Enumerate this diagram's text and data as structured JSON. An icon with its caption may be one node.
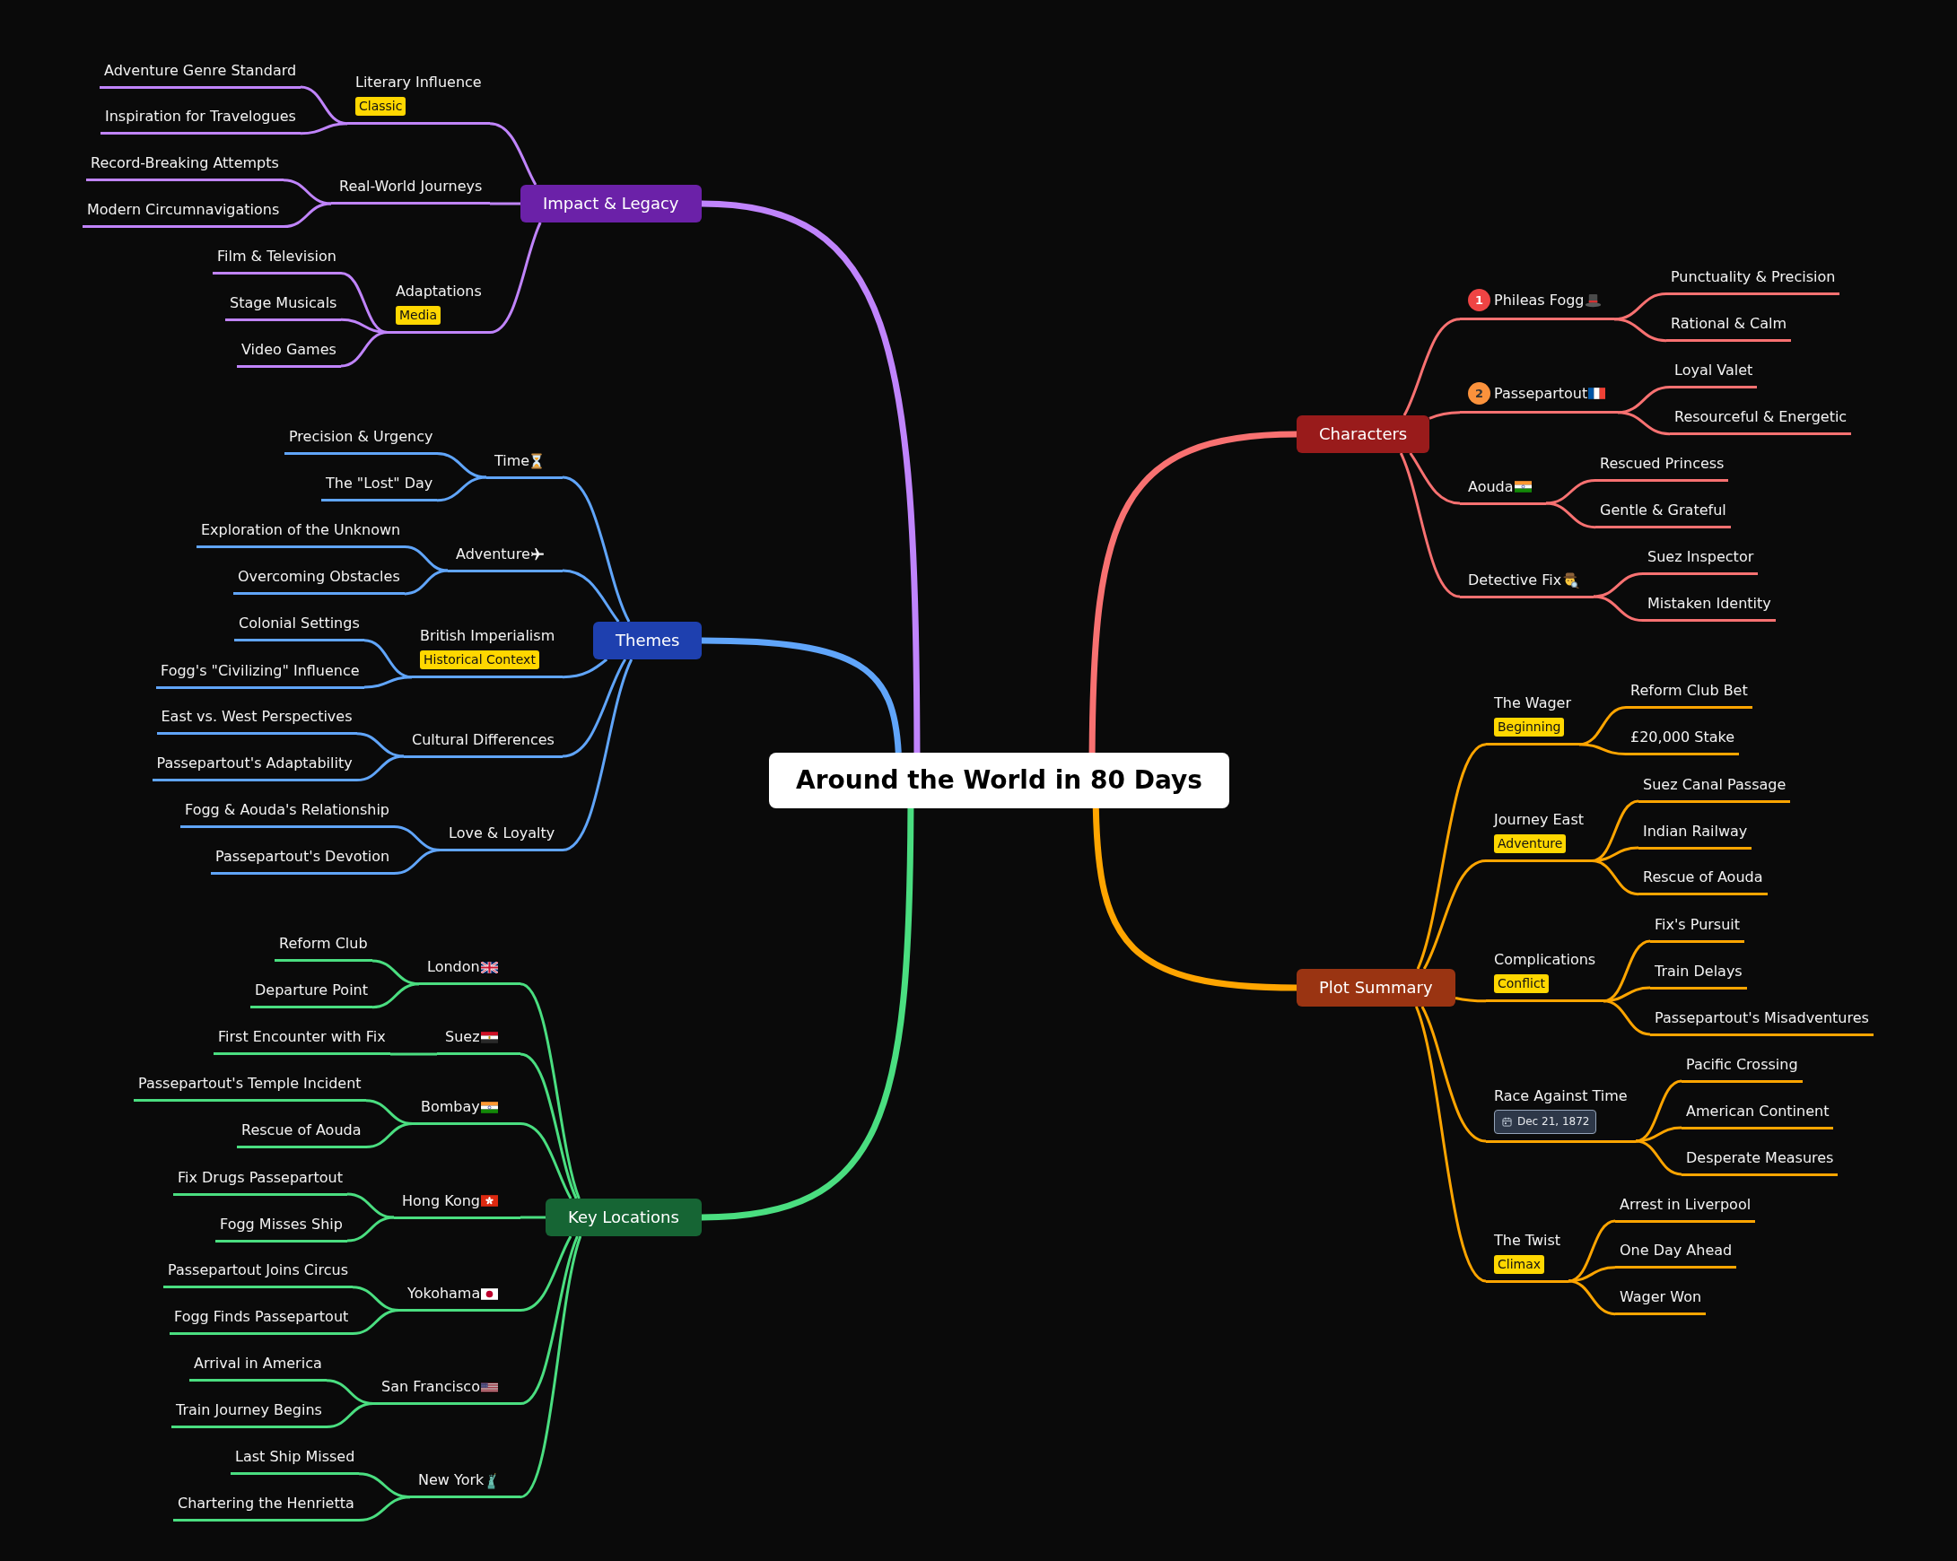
{
  "diagram": {
    "nodes": [
      {
        "text": [
          "Around the World in 80 Days"
        ]
      },
      {
        "text": [
          "Characters"
        ]
      },
      {
        "text": [
          "1",
          "Phileas Fogg"
        ]
      },
      {
        "text": [
          "Punctuality & Precision"
        ]
      },
      {
        "text": [
          "Rational & Calm"
        ]
      },
      {
        "text": [
          "2",
          "Passepartout"
        ]
      },
      {
        "text": [
          "Loyal Valet"
        ]
      },
      {
        "text": [
          "Resourceful & Energetic"
        ]
      },
      {
        "text": [
          "Aouda"
        ]
      },
      {
        "text": [
          "Rescued Princess"
        ]
      },
      {
        "text": [
          "Gentle & Grateful"
        ]
      },
      {
        "text": [
          "Detective Fix"
        ]
      },
      {
        "text": [
          "Suez Inspector"
        ]
      },
      {
        "text": [
          "Mistaken Identity"
        ]
      },
      {
        "text": [
          "Plot Summary"
        ]
      },
      {
        "text": [
          "The Wager",
          "Beginning"
        ]
      },
      {
        "text": [
          "Reform Club Bet"
        ]
      },
      {
        "text": [
          "£20,000 Stake"
        ]
      },
      {
        "text": [
          "Journey East",
          "Adventure"
        ]
      },
      {
        "text": [
          "Suez Canal Passage"
        ]
      },
      {
        "text": [
          "Indian Railway"
        ]
      },
      {
        "text": [
          "Rescue of Aouda"
        ]
      },
      {
        "text": [
          "Complications",
          "Conflict"
        ]
      },
      {
        "text": [
          "Fix's Pursuit"
        ]
      },
      {
        "text": [
          "Train Delays"
        ]
      },
      {
        "text": [
          "Passepartout's Misadventures"
        ]
      },
      {
        "text": [
          "Race Against Time",
          "Dec 21, 1872"
        ]
      },
      {
        "text": [
          "Pacific Crossing"
        ]
      },
      {
        "text": [
          "American Continent"
        ]
      },
      {
        "text": [
          "Desperate Measures"
        ]
      },
      {
        "text": [
          "The Twist",
          "Climax"
        ]
      },
      {
        "text": [
          "Arrest in Liverpool"
        ]
      },
      {
        "text": [
          "One Day Ahead"
        ]
      },
      {
        "text": [
          "Wager Won"
        ]
      },
      {
        "text": [
          "Key Locations"
        ]
      },
      {
        "text": [
          "London"
        ]
      },
      {
        "text": [
          "Reform Club"
        ]
      },
      {
        "text": [
          "Departure Point"
        ]
      },
      {
        "text": [
          "Suez"
        ]
      },
      {
        "text": [
          "First Encounter with Fix"
        ]
      },
      {
        "text": [
          "Bombay"
        ]
      },
      {
        "text": [
          "Passepartout's Temple Incident"
        ]
      },
      {
        "text": [
          "Rescue of Aouda"
        ]
      },
      {
        "text": [
          "Hong Kong"
        ]
      },
      {
        "text": [
          "Fix Drugs Passepartout"
        ]
      },
      {
        "text": [
          "Fogg Misses Ship"
        ]
      },
      {
        "text": [
          "Yokohama"
        ]
      },
      {
        "text": [
          "Passepartout Joins Circus"
        ]
      },
      {
        "text": [
          "Fogg Finds Passepartout"
        ]
      },
      {
        "text": [
          "San Francisco"
        ]
      },
      {
        "text": [
          "Arrival in America"
        ]
      },
      {
        "text": [
          "Train Journey Begins"
        ]
      },
      {
        "text": [
          "New York"
        ]
      },
      {
        "text": [
          "Last Ship Missed"
        ]
      },
      {
        "text": [
          "Chartering the Henrietta"
        ]
      },
      {
        "text": [
          "Themes"
        ]
      },
      {
        "text": [
          "Time"
        ]
      },
      {
        "text": [
          "Precision & Urgency"
        ]
      },
      {
        "text": [
          "The \"Lost\" Day"
        ]
      },
      {
        "text": [
          "Adventure"
        ]
      },
      {
        "text": [
          "Exploration of the Unknown"
        ]
      },
      {
        "text": [
          "Overcoming Obstacles"
        ]
      },
      {
        "text": [
          "British Imperialism",
          "Historical Context"
        ]
      },
      {
        "text": [
          "Colonial Settings"
        ]
      },
      {
        "text": [
          "Fogg's \"Civilizing\" Influence"
        ]
      },
      {
        "text": [
          "Cultural Differences"
        ]
      },
      {
        "text": [
          "East vs. West Perspectives"
        ]
      },
      {
        "text": [
          "Passepartout's Adaptability"
        ]
      },
      {
        "text": [
          "Love & Loyalty"
        ]
      },
      {
        "text": [
          "Fogg & Aouda's Relationship"
        ]
      },
      {
        "text": [
          "Passepartout's Devotion"
        ]
      },
      {
        "text": [
          "Impact & Legacy"
        ]
      },
      {
        "text": [
          "Literary Influence",
          "Classic"
        ]
      },
      {
        "text": [
          "Adventure Genre Standard"
        ]
      },
      {
        "text": [
          "Inspiration for Travelogues"
        ]
      },
      {
        "text": [
          "Real-World Journeys"
        ]
      },
      {
        "text": [
          "Record-Breaking Attempts"
        ]
      },
      {
        "text": [
          "Modern Circumnavigations"
        ]
      },
      {
        "text": [
          "Adaptations",
          "Media"
        ]
      },
      {
        "text": [
          "Film & Television"
        ]
      },
      {
        "text": [
          "Stage Musicals"
        ]
      },
      {
        "text": [
          "Video Games"
        ]
      }
    ],
    "edges": [
      {
        "from": 0,
        "to": 1,
        "arrow": "none",
        "style": "thick",
        "color": "#f87171"
      },
      {
        "from": 1,
        "to": 2,
        "arrow": "none",
        "color": "#f87171"
      },
      {
        "from": 2,
        "to": 3,
        "arrow": "none",
        "color": "#f87171"
      },
      {
        "from": 2,
        "to": 4,
        "arrow": "none",
        "color": "#f87171"
      },
      {
        "from": 1,
        "to": 5,
        "arrow": "none",
        "color": "#f87171"
      },
      {
        "from": 5,
        "to": 6,
        "arrow": "none",
        "color": "#f87171"
      },
      {
        "from": 5,
        "to": 7,
        "arrow": "none",
        "color": "#f87171"
      },
      {
        "from": 1,
        "to": 8,
        "arrow": "none",
        "color": "#f87171"
      },
      {
        "from": 8,
        "to": 9,
        "arrow": "none",
        "color": "#f87171"
      },
      {
        "from": 8,
        "to": 10,
        "arrow": "none",
        "color": "#f87171"
      },
      {
        "from": 1,
        "to": 11,
        "arrow": "none",
        "color": "#f87171"
      },
      {
        "from": 11,
        "to": 12,
        "arrow": "none",
        "color": "#f87171"
      },
      {
        "from": 11,
        "to": 13,
        "arrow": "none",
        "color": "#f87171"
      },
      {
        "from": 0,
        "to": 14,
        "arrow": "none",
        "style": "thick",
        "color": "#ffa500"
      },
      {
        "from": 14,
        "to": 15,
        "arrow": "none",
        "color": "#ffa500"
      },
      {
        "from": 15,
        "to": 16,
        "arrow": "none",
        "color": "#ffa500"
      },
      {
        "from": 15,
        "to": 17,
        "arrow": "none",
        "color": "#ffa500"
      },
      {
        "from": 14,
        "to": 18,
        "arrow": "none",
        "color": "#ffa500"
      },
      {
        "from": 18,
        "to": 19,
        "arrow": "none",
        "color": "#ffa500"
      },
      {
        "from": 18,
        "to": 20,
        "arrow": "none",
        "color": "#ffa500"
      },
      {
        "from": 18,
        "to": 21,
        "arrow": "none",
        "color": "#ffa500"
      },
      {
        "from": 14,
        "to": 22,
        "arrow": "none",
        "color": "#ffa500"
      },
      {
        "from": 22,
        "to": 23,
        "arrow": "none",
        "color": "#ffa500"
      },
      {
        "from": 22,
        "to": 24,
        "arrow": "none",
        "color": "#ffa500"
      },
      {
        "from": 22,
        "to": 25,
        "arrow": "none",
        "color": "#ffa500"
      },
      {
        "from": 14,
        "to": 26,
        "arrow": "none",
        "color": "#ffa500"
      },
      {
        "from": 26,
        "to": 27,
        "arrow": "none",
        "color": "#ffa500"
      },
      {
        "from": 26,
        "to": 28,
        "arrow": "none",
        "color": "#ffa500"
      },
      {
        "from": 26,
        "to": 29,
        "arrow": "none",
        "color": "#ffa500"
      },
      {
        "from": 14,
        "to": 30,
        "arrow": "none",
        "color": "#ffa500"
      },
      {
        "from": 30,
        "to": 31,
        "arrow": "none",
        "color": "#ffa500"
      },
      {
        "from": 30,
        "to": 32,
        "arrow": "none",
        "color": "#ffa500"
      },
      {
        "from": 30,
        "to": 33,
        "arrow": "none",
        "color": "#ffa500"
      },
      {
        "from": 0,
        "to": 34,
        "arrow": "none",
        "style": "thick",
        "color": "#4ade80"
      },
      {
        "from": 34,
        "to": 35,
        "arrow": "none",
        "color": "#4ade80"
      },
      {
        "from": 35,
        "to": 36,
        "arrow": "none",
        "color": "#4ade80"
      },
      {
        "from": 35,
        "to": 37,
        "arrow": "none",
        "color": "#4ade80"
      },
      {
        "from": 34,
        "to": 38,
        "arrow": "none",
        "color": "#4ade80"
      },
      {
        "from": 38,
        "to": 39,
        "arrow": "none",
        "color": "#4ade80"
      },
      {
        "from": 34,
        "to": 40,
        "arrow": "none",
        "color": "#4ade80"
      },
      {
        "from": 40,
        "to": 41,
        "arrow": "none",
        "color": "#4ade80"
      },
      {
        "from": 40,
        "to": 42,
        "arrow": "none",
        "color": "#4ade80"
      },
      {
        "from": 34,
        "to": 43,
        "arrow": "none",
        "color": "#4ade80"
      },
      {
        "from": 43,
        "to": 44,
        "arrow": "none",
        "color": "#4ade80"
      },
      {
        "from": 43,
        "to": 45,
        "arrow": "none",
        "color": "#4ade80"
      },
      {
        "from": 34,
        "to": 46,
        "arrow": "none",
        "color": "#4ade80"
      },
      {
        "from": 46,
        "to": 47,
        "arrow": "none",
        "color": "#4ade80"
      },
      {
        "from": 46,
        "to": 48,
        "arrow": "none",
        "color": "#4ade80"
      },
      {
        "from": 34,
        "to": 49,
        "arrow": "none",
        "color": "#4ade80"
      },
      {
        "from": 49,
        "to": 50,
        "arrow": "none",
        "color": "#4ade80"
      },
      {
        "from": 49,
        "to": 51,
        "arrow": "none",
        "color": "#4ade80"
      },
      {
        "from": 34,
        "to": 52,
        "arrow": "none",
        "color": "#4ade80"
      },
      {
        "from": 52,
        "to": 53,
        "arrow": "none",
        "color": "#4ade80"
      },
      {
        "from": 52,
        "to": 54,
        "arrow": "none",
        "color": "#4ade80"
      },
      {
        "from": 0,
        "to": 55,
        "arrow": "none",
        "style": "thick",
        "color": "#60a5fa"
      },
      {
        "from": 55,
        "to": 56,
        "arrow": "none",
        "color": "#60a5fa"
      },
      {
        "from": 56,
        "to": 57,
        "arrow": "none",
        "color": "#60a5fa"
      },
      {
        "from": 56,
        "to": 58,
        "arrow": "none",
        "color": "#60a5fa"
      },
      {
        "from": 55,
        "to": 59,
        "arrow": "none",
        "color": "#60a5fa"
      },
      {
        "from": 59,
        "to": 60,
        "arrow": "none",
        "color": "#60a5fa"
      },
      {
        "from": 59,
        "to": 61,
        "arrow": "none",
        "color": "#60a5fa"
      },
      {
        "from": 55,
        "to": 62,
        "arrow": "none",
        "color": "#60a5fa"
      },
      {
        "from": 62,
        "to": 63,
        "arrow": "none",
        "color": "#60a5fa"
      },
      {
        "from": 62,
        "to": 64,
        "arrow": "none",
        "color": "#60a5fa"
      },
      {
        "from": 55,
        "to": 65,
        "arrow": "none",
        "color": "#60a5fa"
      },
      {
        "from": 65,
        "to": 66,
        "arrow": "none",
        "color": "#60a5fa"
      },
      {
        "from": 65,
        "to": 67,
        "arrow": "none",
        "color": "#60a5fa"
      },
      {
        "from": 55,
        "to": 68,
        "arrow": "none",
        "color": "#60a5fa"
      },
      {
        "from": 68,
        "to": 69,
        "arrow": "none",
        "color": "#60a5fa"
      },
      {
        "from": 68,
        "to": 70,
        "arrow": "none",
        "color": "#60a5fa"
      },
      {
        "from": 0,
        "to": 71,
        "arrow": "none",
        "style": "thick",
        "color": "#c084fc"
      },
      {
        "from": 71,
        "to": 72,
        "arrow": "none",
        "color": "#c084fc"
      },
      {
        "from": 72,
        "to": 73,
        "arrow": "none",
        "color": "#c084fc"
      },
      {
        "from": 72,
        "to": 74,
        "arrow": "none",
        "color": "#c084fc"
      },
      {
        "from": 71,
        "to": 75,
        "arrow": "none",
        "color": "#c084fc"
      },
      {
        "from": 75,
        "to": 76,
        "arrow": "none",
        "color": "#c084fc"
      },
      {
        "from": 75,
        "to": 77,
        "arrow": "none",
        "color": "#c084fc"
      },
      {
        "from": 71,
        "to": 78,
        "arrow": "none",
        "color": "#c084fc"
      },
      {
        "from": 78,
        "to": 79,
        "arrow": "none",
        "color": "#c084fc"
      },
      {
        "from": 78,
        "to": 80,
        "arrow": "none",
        "color": "#c084fc"
      },
      {
        "from": 78,
        "to": 81,
        "arrow": "none",
        "color": "#c084fc"
      }
    ]
  }
}
